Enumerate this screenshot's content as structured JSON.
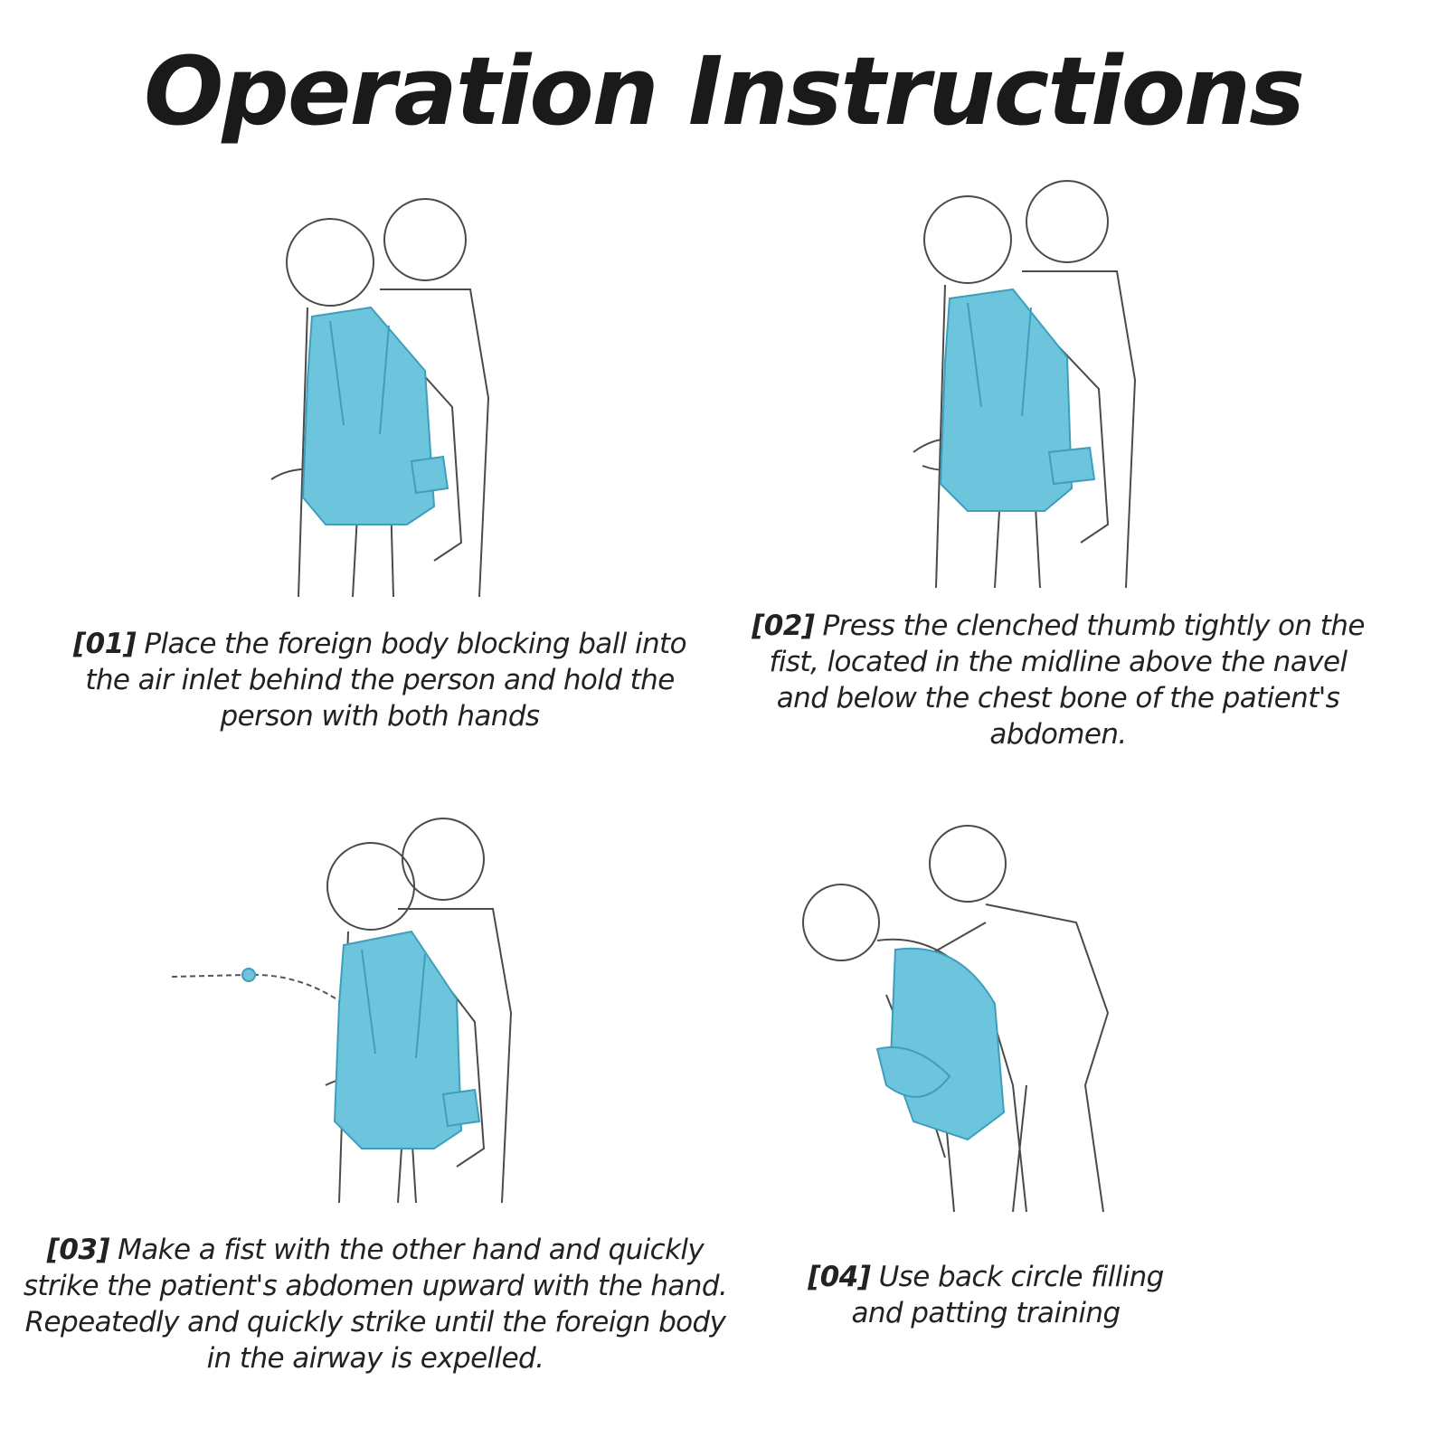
{
  "title": "Operation Instructions",
  "colors": {
    "vest": "#6cc4dd",
    "vest_dark": "#3f9fbb",
    "ink": "#4a4a4a"
  },
  "steps": [
    {
      "number": "[01]",
      "text": "Place the foreign body blocking ball into the air inlet behind the person and hold the person with both hands"
    },
    {
      "number": "[02]",
      "text": "Press the clenched thumb tightly on the fist, located in the midline above the navel and below the chest bone of the patient's abdomen."
    },
    {
      "number": "[03]",
      "text": "Make a fist with the other hand and quickly strike the patient's abdomen upward with the hand. Repeatedly and quickly strike until the foreign body in the airway is expelled."
    },
    {
      "number": "[04]",
      "text": "Use back circle filling and patting training"
    }
  ]
}
